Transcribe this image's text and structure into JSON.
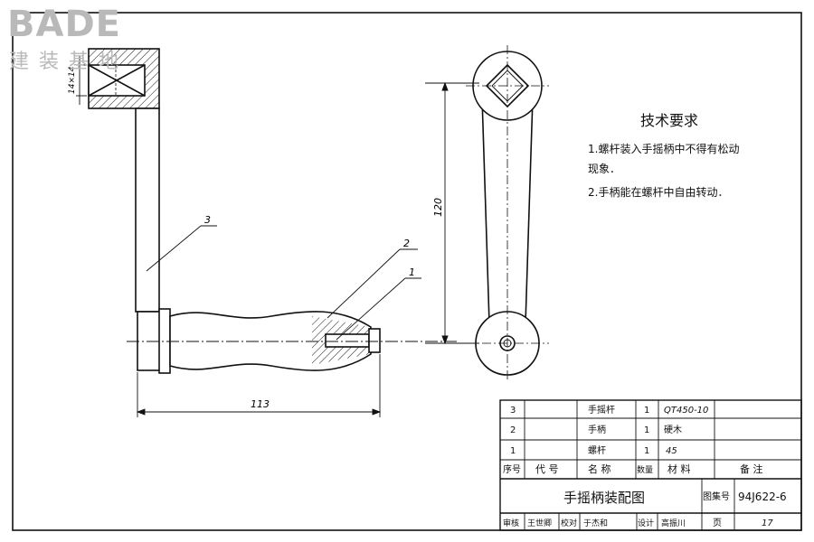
{
  "logo": {
    "main": "BADE",
    "sub": "建装基地"
  },
  "technical_requirements": {
    "title": "技术要求",
    "lines": [
      "1.螺杆装入手摇柄中不得有松动",
      "现象．",
      "2.手柄能在螺杆中自由转动．"
    ]
  },
  "dimensions": {
    "square_hole": "14×14",
    "height": "120",
    "length": "113"
  },
  "callouts": [
    "3",
    "2",
    "1"
  ],
  "parts_list": {
    "rows": [
      {
        "no": "3",
        "code": "",
        "name": "手摇杆",
        "qty": "1",
        "material": "QT450-10",
        "remark": ""
      },
      {
        "no": "2",
        "code": "",
        "name": "手柄",
        "qty": "1",
        "material": "硬木",
        "remark": ""
      },
      {
        "no": "1",
        "code": "",
        "name": "螺杆",
        "qty": "1",
        "material": "45",
        "remark": ""
      }
    ],
    "header": {
      "no": "序号",
      "code": "代 号",
      "name": "名 称",
      "qty": "数量",
      "material": "材 料",
      "remark": "备 注"
    }
  },
  "title_block": {
    "drawing_title": "手摇柄装配图",
    "atlas_label": "图集号",
    "atlas_no": "94J622-6",
    "review_label": "审核",
    "review_name": "王世卿",
    "check_label": "校对",
    "check_name": "于杰和",
    "design_label": "设计",
    "design_name": "高振川",
    "page_label": "页",
    "page_no": "17"
  }
}
